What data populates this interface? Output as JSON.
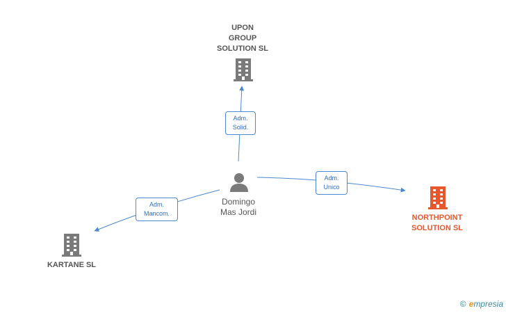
{
  "nodes": {
    "upon": {
      "name_lines": [
        "UPON",
        "GROUP",
        "SOLUTION  SL"
      ],
      "type": "company"
    },
    "northpoint": {
      "name_lines": [
        "NORTHPOINT",
        "SOLUTION  SL"
      ],
      "type": "company",
      "highlight": true
    },
    "kartane": {
      "name_lines": [
        "KARTANE SL"
      ],
      "type": "company"
    },
    "person": {
      "name_lines": [
        "Domingo",
        "Mas Jordi"
      ],
      "type": "person"
    }
  },
  "edges": {
    "to_upon": {
      "label_lines": [
        "Adm.",
        "Solid."
      ]
    },
    "to_northpoint": {
      "label_lines": [
        "Adm.",
        "Unico"
      ]
    },
    "to_kartane": {
      "label_lines": [
        "Adm.",
        "Mancom."
      ]
    }
  },
  "colors": {
    "edge": "#4a88d0",
    "company_icon": "#7a7a7a",
    "focus_icon": "#e8572b",
    "person_icon": "#7a7a7a"
  },
  "brand": {
    "copyright_symbol": "©",
    "initial": "e",
    "rest": "mpresia"
  }
}
